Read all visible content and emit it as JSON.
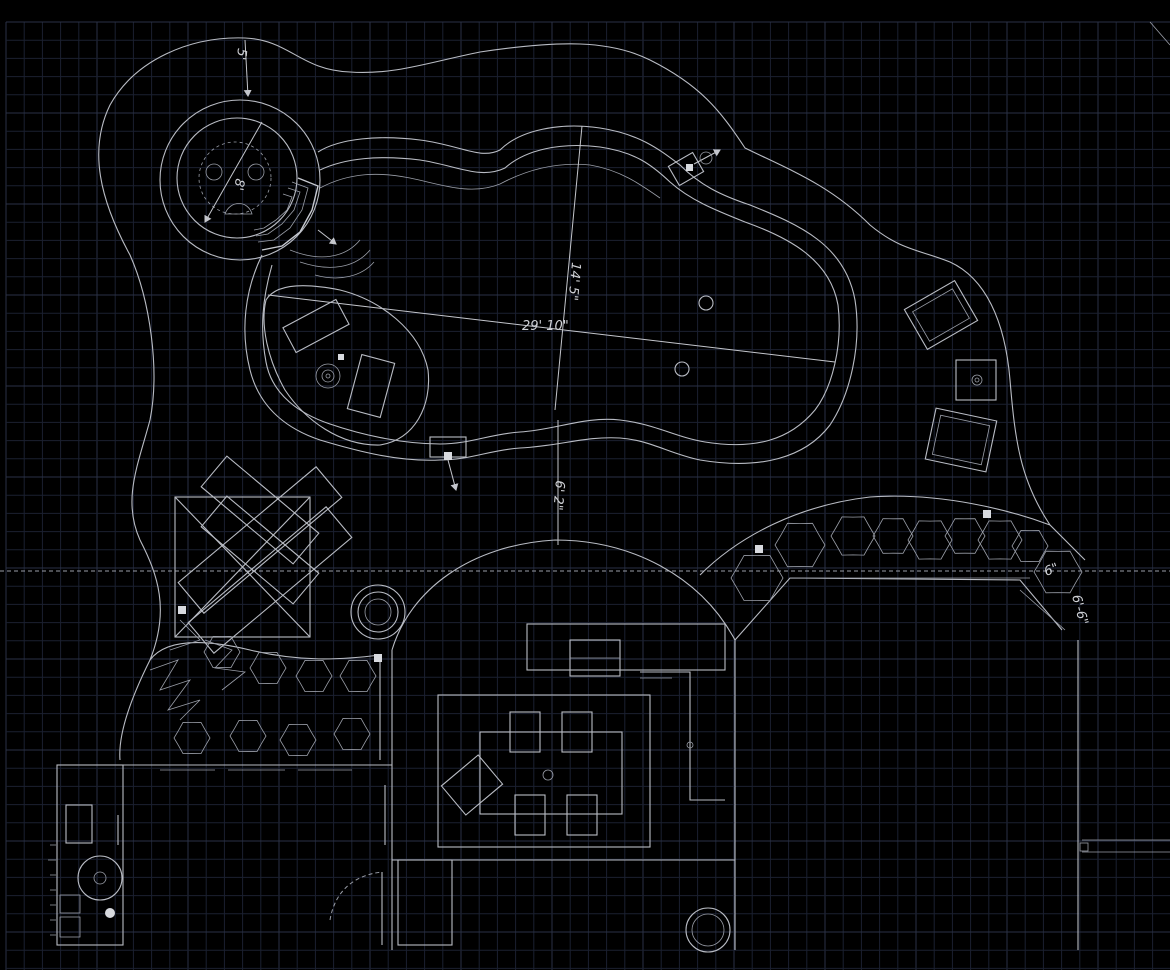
{
  "canvas": {
    "background": "#000000",
    "grid_minor_color": "#1b2030",
    "grid_major_color": "#2a3146",
    "line_color": "#b9bcc4"
  },
  "dimensions": {
    "pool_length": "29' 10\"",
    "pool_width": "14' 5\"",
    "deck_gap": "6' 2\"",
    "spa_radius": "5'",
    "spa_diameter": "8'",
    "planter_width": "6\"",
    "planter_length": "6'-6\""
  }
}
